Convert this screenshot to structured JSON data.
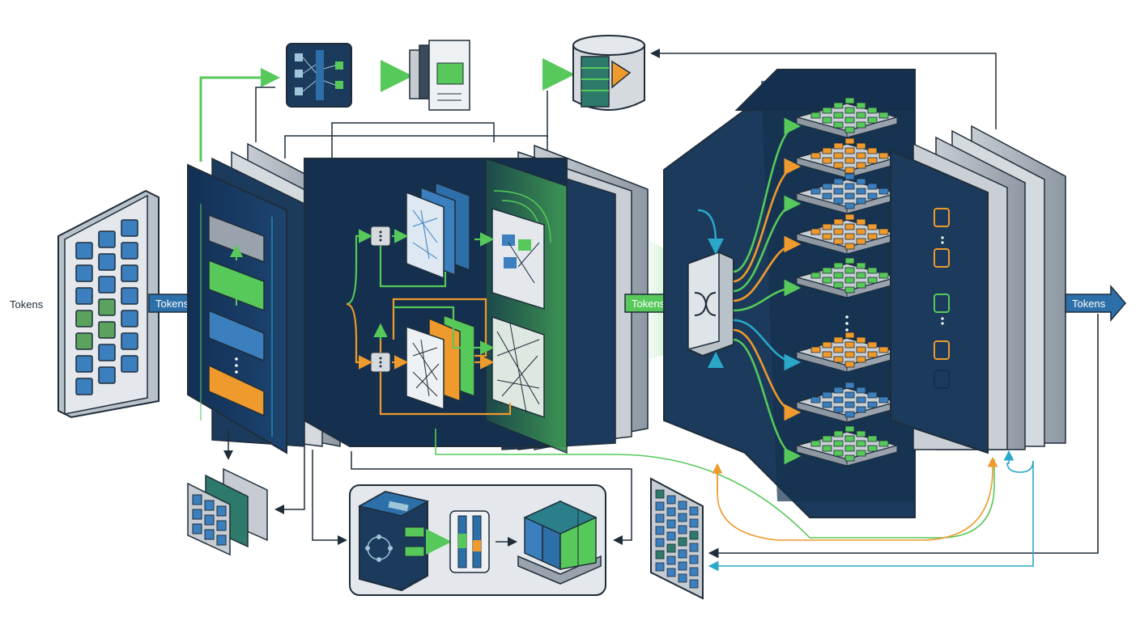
{
  "labels": {
    "input_plain": "Tokens",
    "input_arrow": "Tokens",
    "router_arrow": "Tokens",
    "output_arrow": "Tokens"
  },
  "colors": {
    "navy": "#1b3a5c",
    "navy_dark": "#14304e",
    "green": "#56c95a",
    "teal": "#2aa7c9",
    "orange": "#ef9a2c",
    "blue_cell": "#3b7fbf",
    "gray": "#9aa3ad",
    "outline": "#1f2d3a"
  },
  "icons": [
    "token-grid-icon",
    "router-switch-icon",
    "expert-tile-icon",
    "storage-cylinder-icon",
    "memory-stack-icon"
  ]
}
